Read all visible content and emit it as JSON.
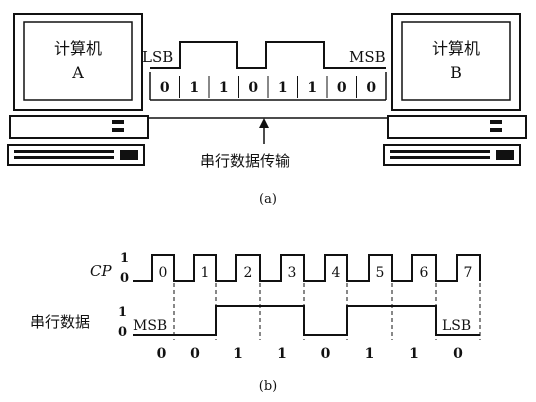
{
  "fig_a": {
    "computer_a_title": "计算机",
    "computer_a_letter": "A",
    "computer_b_title": "计算机",
    "computer_b_letter": "B",
    "lsb_label": "LSB",
    "msb_label": "MSB",
    "bits": [
      "0",
      "1",
      "1",
      "0",
      "1",
      "1",
      "0",
      "0"
    ],
    "transfer_label": "串行数据传输",
    "caption": "(a)"
  },
  "fig_b": {
    "cp_label": "CP",
    "cp_high": "1",
    "cp_low": "0",
    "clock_numbers": [
      "0",
      "1",
      "2",
      "3",
      "4",
      "5",
      "6",
      "7"
    ],
    "data_label": "串行数据",
    "data_high": "1",
    "data_low": "0",
    "msb_label": "MSB",
    "lsb_label": "LSB",
    "bits": [
      "0",
      "0",
      "1",
      "1",
      "0",
      "1",
      "1",
      "0"
    ],
    "caption": "(b)"
  }
}
